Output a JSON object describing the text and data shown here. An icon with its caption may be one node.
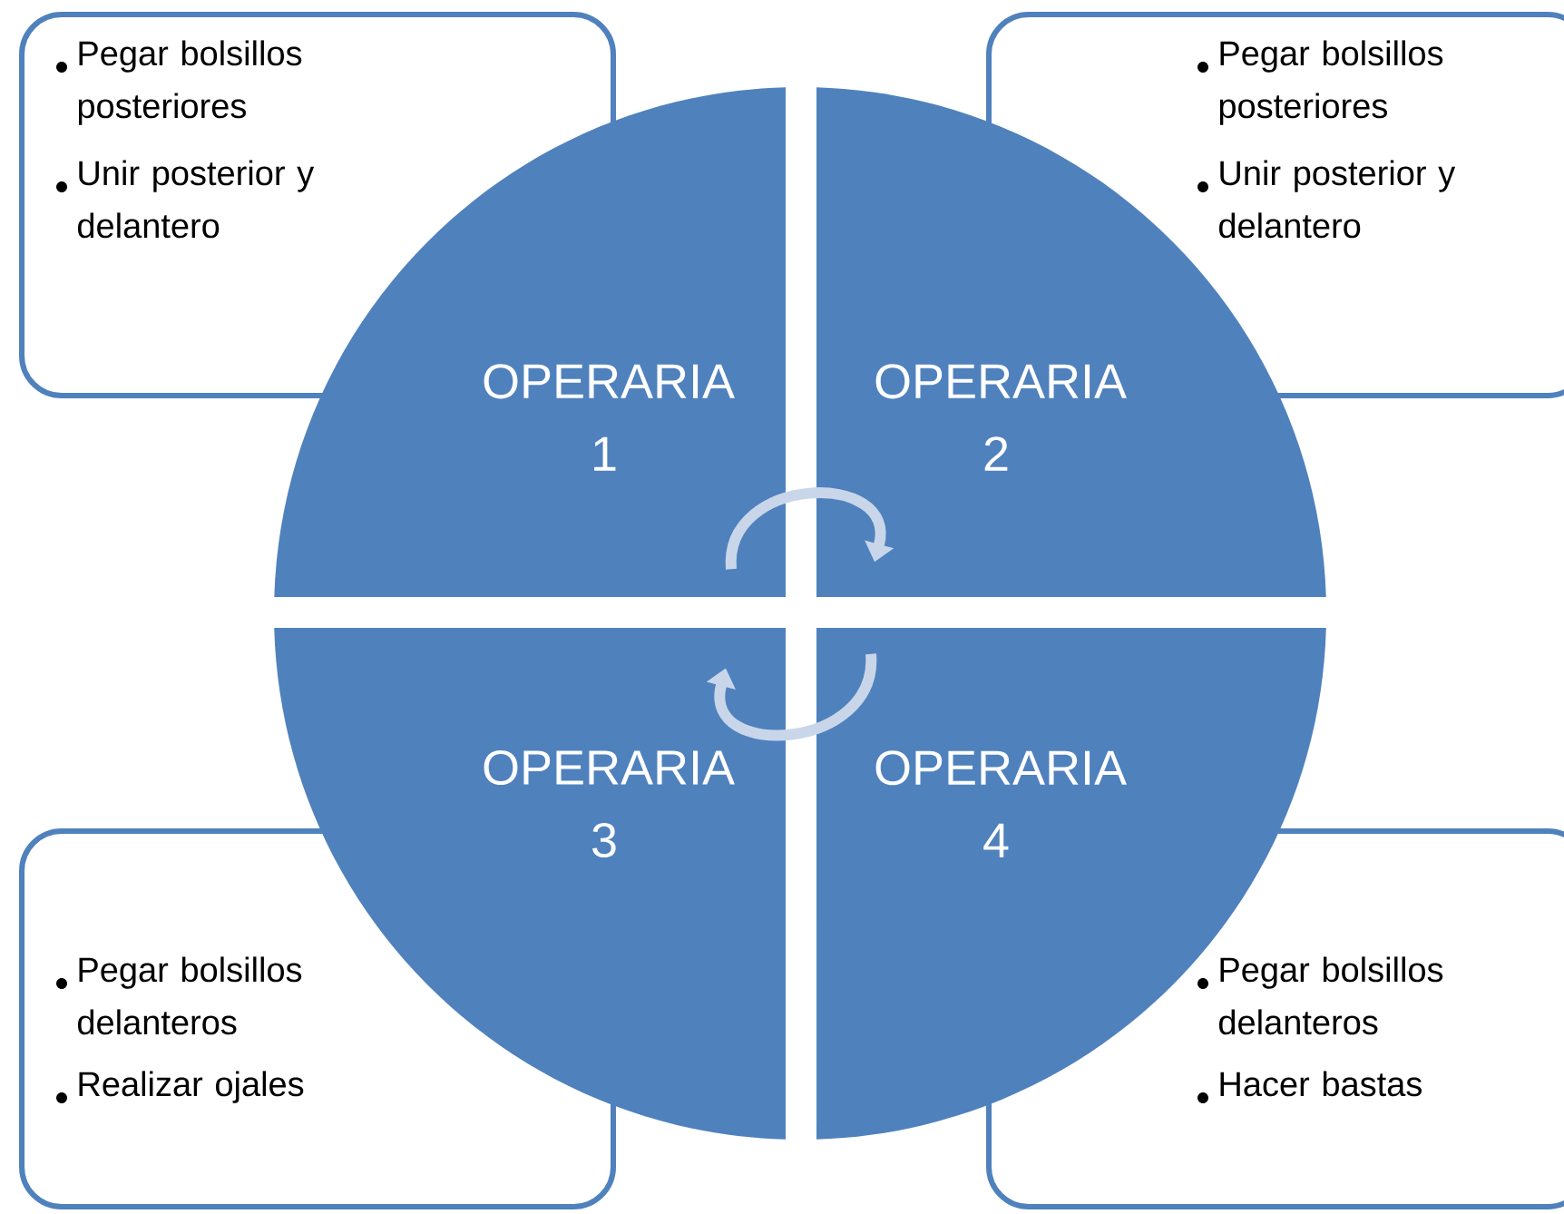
{
  "diagram": {
    "nodes": [
      {
        "text": [
          "Pegar bolsillos posteriores",
          "Unir posterior y delantero"
        ]
      },
      {
        "text": [
          "Pegar bolsillos posteriores",
          "Unir posterior y delantero"
        ]
      },
      {
        "text": [
          "OPERARIA 1"
        ]
      },
      {
        "text": [
          "OPERARIA 2"
        ]
      },
      {
        "text": [
          "OPERARIA 3"
        ]
      },
      {
        "text": [
          "OPERARIA 4"
        ]
      },
      {
        "text": [
          "Pegar bolsillos delanteros",
          "Realizar ojales"
        ]
      },
      {
        "text": [
          "Pegar bolsillos delanteros",
          "Hacer bastas"
        ]
      }
    ],
    "edges": [
      {
        "from": 2,
        "to": 3,
        "arrow": "to"
      },
      {
        "from": 5,
        "to": 4,
        "arrow": "to"
      }
    ]
  }
}
